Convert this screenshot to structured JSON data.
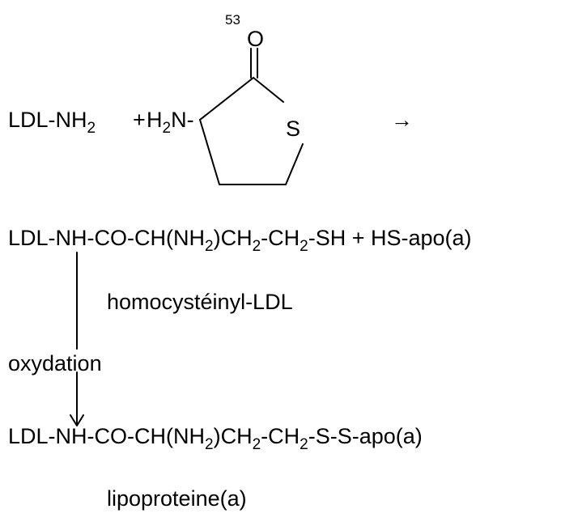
{
  "reaction": {
    "reactant_1": {
      "prefix": "LDL-NH",
      "subscript": "2"
    },
    "plus_1": "+",
    "reactant_2": {
      "prefix": "H",
      "subscript": "2",
      "suffix": "N-"
    },
    "ring": {
      "atom_s": "S",
      "atom_o": "O",
      "label_number": "53"
    },
    "arrow": "→"
  },
  "product_line": {
    "part1": "LDL-NH-CO-CH(NH",
    "sub1": "2",
    "part2": ")CH",
    "sub2": "2",
    "part3": "-CH",
    "sub3": "2",
    "part4": "-SH + HS-apo(a)"
  },
  "intermediate_label": "homocystéinyl-LDL",
  "step_label": "oxydation",
  "final_line": {
    "part1": "LDL-NH-CO-CH(NH",
    "sub1": "2",
    "part2": ")CH",
    "sub2": "2",
    "part3": "-CH",
    "sub3": "2",
    "part4": "-S-S-apo(a)"
  },
  "final_label": "lipoproteine(a)"
}
